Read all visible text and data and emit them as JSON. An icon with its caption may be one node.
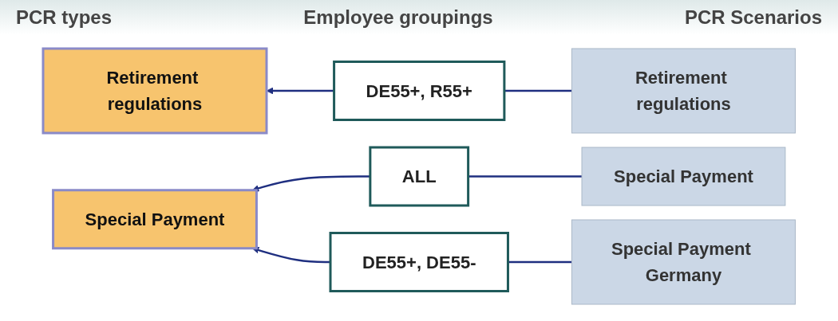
{
  "diagram": {
    "nodes": [
      {
        "text": [
          "Retirement regulations"
        ]
      },
      {
        "text": [
          "DE55+, R55+"
        ]
      },
      {
        "text": [
          "Retirement regulations"
        ]
      },
      {
        "text": [
          "Special Payment"
        ]
      },
      {
        "text": [
          "ALL"
        ]
      },
      {
        "text": [
          "Special Payment"
        ]
      },
      {
        "text": [
          "DE55+, DE55-"
        ]
      },
      {
        "text": [
          "Special Payment Germany"
        ]
      }
    ],
    "edges": [
      {
        "from": 2,
        "to": 1,
        "arrow": "none"
      },
      {
        "from": 1,
        "to": 0,
        "arrow": "to"
      },
      {
        "from": 5,
        "to": 4,
        "arrow": "none"
      },
      {
        "from": 4,
        "to": 3,
        "arrow": "to"
      },
      {
        "from": 7,
        "to": 6,
        "arrow": "none"
      },
      {
        "from": 6,
        "to": 3,
        "arrow": "to"
      }
    ],
    "labels": [
      "PCR types",
      "Employee groupings",
      "PCR Scenarios"
    ]
  }
}
